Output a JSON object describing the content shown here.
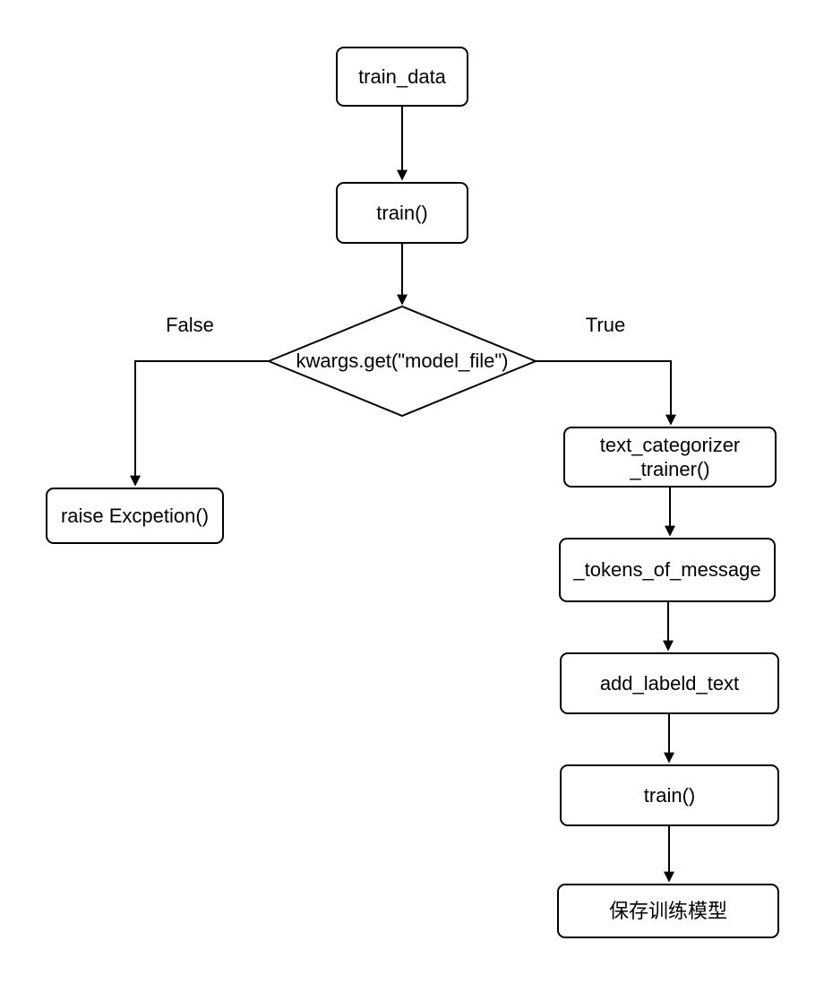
{
  "diagram": {
    "title": "text categorizer training flowchart",
    "colors": {
      "background": "#ffffff",
      "stroke": "#000000",
      "node_fill": "#ffffff",
      "text": "#000000"
    },
    "nodes": {
      "train_data": {
        "label": "train_data",
        "shape": "rounded-rect"
      },
      "train": {
        "label": "train()",
        "shape": "rounded-rect"
      },
      "decision": {
        "label": "kwargs.get(\"model_file\")",
        "shape": "diamond"
      },
      "raise_exception": {
        "label": "raise Excpetion()",
        "shape": "rounded-rect"
      },
      "text_categorizer_trainer": {
        "label": "text_categorizer _trainer()",
        "label_line1": "text_categorizer",
        "label_line2": "_trainer()",
        "shape": "rounded-rect"
      },
      "tokens_of_message": {
        "label": "_tokens_of_message",
        "shape": "rounded-rect"
      },
      "add_labeld_text": {
        "label": "add_labeld_text",
        "shape": "rounded-rect"
      },
      "train_2": {
        "label": "train()",
        "shape": "rounded-rect"
      },
      "save_model": {
        "label": "保存训练模型",
        "shape": "rounded-rect"
      }
    },
    "branch_labels": {
      "false": "False",
      "true": "True"
    },
    "edges": [
      {
        "from": "train_data",
        "to": "train"
      },
      {
        "from": "train",
        "to": "decision"
      },
      {
        "from": "decision",
        "to": "raise_exception",
        "label": "False"
      },
      {
        "from": "decision",
        "to": "text_categorizer_trainer",
        "label": "True"
      },
      {
        "from": "text_categorizer_trainer",
        "to": "tokens_of_message"
      },
      {
        "from": "tokens_of_message",
        "to": "add_labeld_text"
      },
      {
        "from": "add_labeld_text",
        "to": "train_2"
      },
      {
        "from": "train_2",
        "to": "save_model"
      }
    ]
  }
}
